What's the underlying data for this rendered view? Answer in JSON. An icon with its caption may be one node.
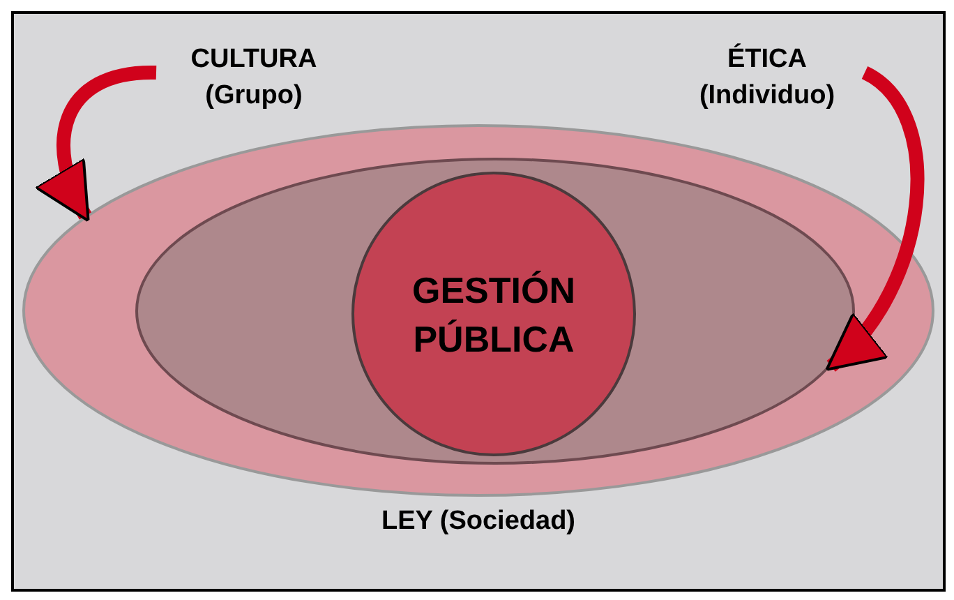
{
  "diagram": {
    "nodes": [
      {
        "text": [
          "LEY (Sociedad)"
        ]
      },
      {
        "text": [],
        "shape": "ellipse",
        "in": 0
      },
      {
        "text": [
          "GESTIÓN PÚBLICA"
        ],
        "in": 1
      },
      {
        "text": [
          "CULTURA (Grupo)"
        ]
      },
      {
        "text": [
          "ÉTICA (Individuo)"
        ]
      }
    ],
    "edges": [
      {
        "from": 3,
        "to": 0,
        "arrow": "to"
      },
      {
        "from": 4,
        "to": 1,
        "arrow": "to"
      }
    ]
  }
}
